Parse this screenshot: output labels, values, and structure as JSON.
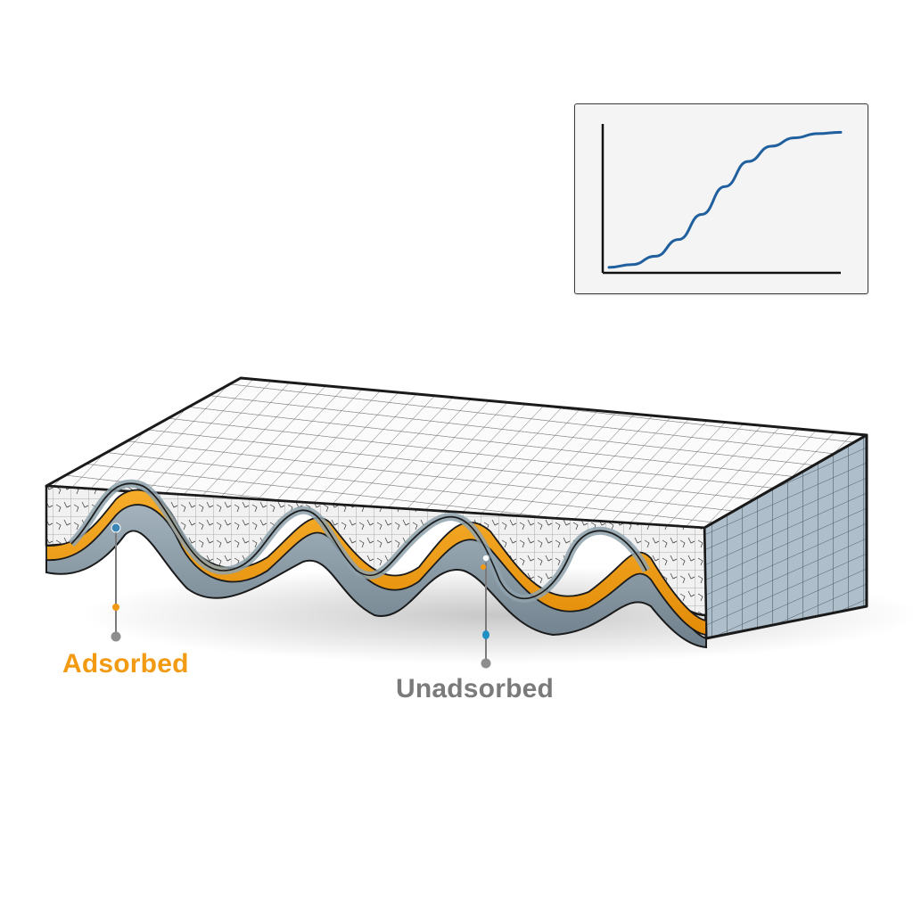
{
  "diagram": {
    "subject": "Porous slab with corrugated adsorption channels",
    "labels": {
      "adsorbed": "Adsorbed",
      "unadsorbed": "Unadsorbed"
    },
    "colors": {
      "adsorbed_layer": "#f29a12",
      "unadsorbed_text": "#7a7a7a",
      "marker_blue": "#3b86b5",
      "marker_teal": "#1f8fc4",
      "marker_orange": "#f29a12",
      "marker_gray": "#8e8e8e",
      "slab_side": "#a9bcc9",
      "base_layer": "#8a9ba6",
      "curve": "#1f5f9e"
    }
  },
  "chart_data": {
    "type": "line",
    "title": "",
    "xlabel": "",
    "ylabel": "",
    "grid": false,
    "legend": null,
    "series": [
      {
        "name": "sigmoid",
        "x": [
          0,
          0.1,
          0.2,
          0.3,
          0.4,
          0.5,
          0.6,
          0.7,
          0.8,
          0.9,
          1.0
        ],
        "values": [
          0.02,
          0.04,
          0.1,
          0.22,
          0.4,
          0.6,
          0.78,
          0.89,
          0.95,
          0.98,
          0.99
        ]
      }
    ],
    "xlim": [
      0,
      1
    ],
    "ylim": [
      0,
      1.05
    ]
  }
}
